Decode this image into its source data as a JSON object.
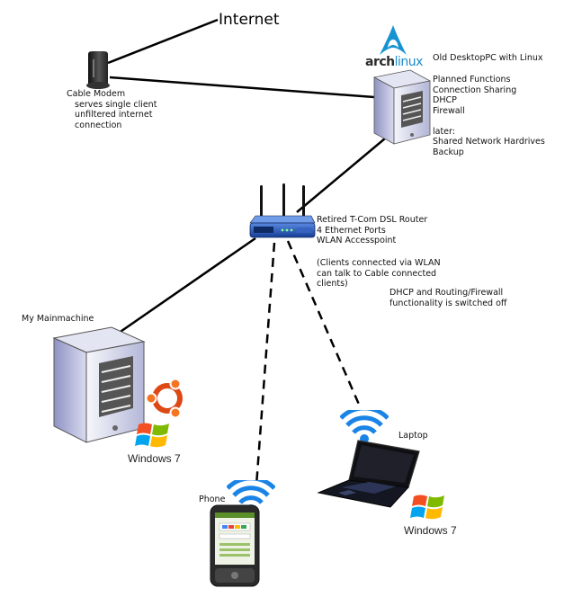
{
  "title": "Internet",
  "nodes": {
    "modem": {
      "label": "Cable Modem\n   serves single client\n   unfiltered internet\n   connection"
    },
    "desktop": {
      "logo_text": "arch",
      "logo_text_bold": "linux",
      "title": "Old DesktopPC with Linux",
      "details": "Planned Functions\nConnection Sharing\nDHCP\nFirewall\n\nlater:\nShared Network Hardrives\nBackup"
    },
    "router": {
      "label": "Retired T-Com DSL Router\n4 Ethernet Ports\nWLAN Accesspoint",
      "note": "(Clients connected via WLAN\ncan talk to Cable connected\nclients)",
      "note2": "DHCP and Routing/Firewall\nfunctionality is switched off"
    },
    "mainmachine": {
      "label": "My Mainmachine",
      "os": "Windows 7"
    },
    "laptop": {
      "label": "Laptop",
      "os": "Windows 7"
    },
    "phone": {
      "label": "Phone"
    }
  },
  "colors": {
    "line": "#000000",
    "server_body": "#c8cbe6",
    "arch_blue": "#1793d1",
    "router_blue": "#2356b8",
    "wifi_blue": "#1a83e6",
    "ubuntu_orange": "#dd4814"
  },
  "icons": [
    "cable-modem-icon",
    "server-tower-icon",
    "arch-logo-icon",
    "router-icon",
    "ubuntu-logo-icon",
    "windows-logo-icon",
    "wifi-icon",
    "laptop-icon",
    "phone-icon"
  ]
}
